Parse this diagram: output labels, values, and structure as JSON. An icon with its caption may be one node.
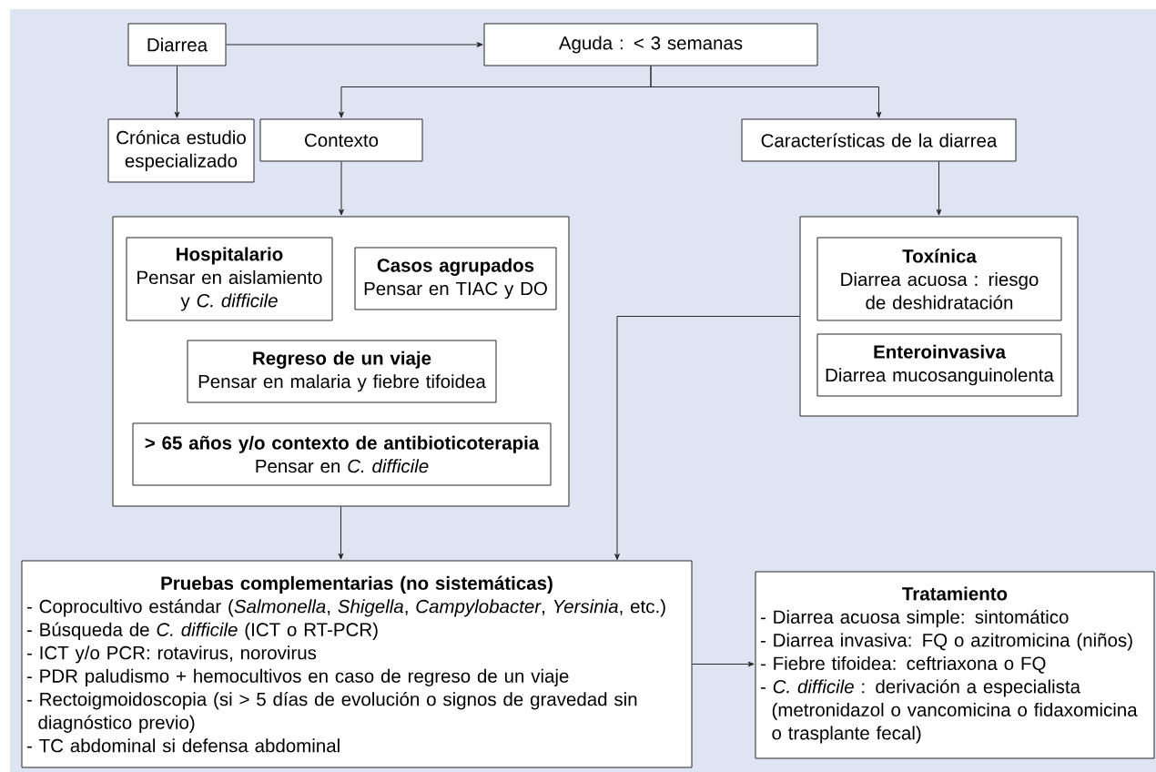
{
  "diagram": {
    "nodes": [
      {
        "text": [
          "Diarrea"
        ]
      },
      {
        "text": [
          "Aguda : < 3 semanas"
        ]
      },
      {
        "text": [
          "Crónica estudio especializado"
        ]
      },
      {
        "text": [
          "Contexto"
        ]
      },
      {
        "text": [
          "Características de la diarrea"
        ]
      },
      {
        "text": [],
        "shape": "box"
      },
      {
        "text": [
          "Hospitalario",
          "Pensar en aislamiento y *C. difficile*"
        ],
        "in": 5
      },
      {
        "text": [
          "Casos agrupados",
          "Pensar en TIAC y DO"
        ],
        "in": 5
      },
      {
        "text": [
          "Regreso de un viaje",
          "Pensar en malaria y fiebre tifoidea"
        ],
        "in": 5
      },
      {
        "text": [
          "> 65 años y/o contexto de antibioticoterapia",
          "Pensar en *C. difficile*"
        ],
        "in": 5
      },
      {
        "text": [],
        "shape": "box"
      },
      {
        "text": [
          "Toxínica",
          "Diarrea acuosa : riesgo de deshidratación"
        ],
        "in": 10
      },
      {
        "text": [
          "Enteroinvasiva",
          "Diarrea mucosanguinolenta"
        ],
        "in": 10
      },
      {
        "text": [
          "Pruebas complementarias (no sistemáticas)",
          "- Coprocultivo estándar (*Salmonella*, *Shigella*, *Campylobacter*, *Yersinia*, etc.)",
          "- Búsqueda de *C. difficile* (ICT o RT-PCR)",
          "- ICT y/o PCR: rotavirus, norovirus",
          "- PDR paludismo + hemocultivos en caso de regreso de un viaje",
          "- Rectoigmoidoscopia (si > 5 días de evolución o signos de gravedad sin diagnóstico previo)",
          "- TC abdominal si defensa abdominal"
        ]
      },
      {
        "text": [
          "Tratamiento",
          "- Diarrea acuosa simple: sintomático",
          "- Diarrea invasiva: FQ o azitromicina (niños)",
          "- Fiebre tifoidea: ceftriaxona o FQ",
          "- *C. difficile* : derivación a especialista (metronidazol o vancomicina o fidaxomicina o trasplante fecal)"
        ]
      }
    ],
    "edges": [
      {
        "from": 0,
        "to": 1,
        "arrow": "to"
      },
      {
        "from": 0,
        "to": 2,
        "arrow": "to"
      },
      {
        "from": 1,
        "to": 3,
        "arrow": "to"
      },
      {
        "from": 1,
        "to": 4,
        "arrow": "to"
      },
      {
        "from": 3,
        "to": 5,
        "arrow": "to"
      },
      {
        "from": 4,
        "to": 10,
        "arrow": "to"
      },
      {
        "from": 5,
        "to": 13,
        "arrow": "to"
      },
      {
        "from": 10,
        "to": 13,
        "arrow": "to"
      },
      {
        "from": 13,
        "to": 14,
        "arrow": "to"
      }
    ]
  }
}
